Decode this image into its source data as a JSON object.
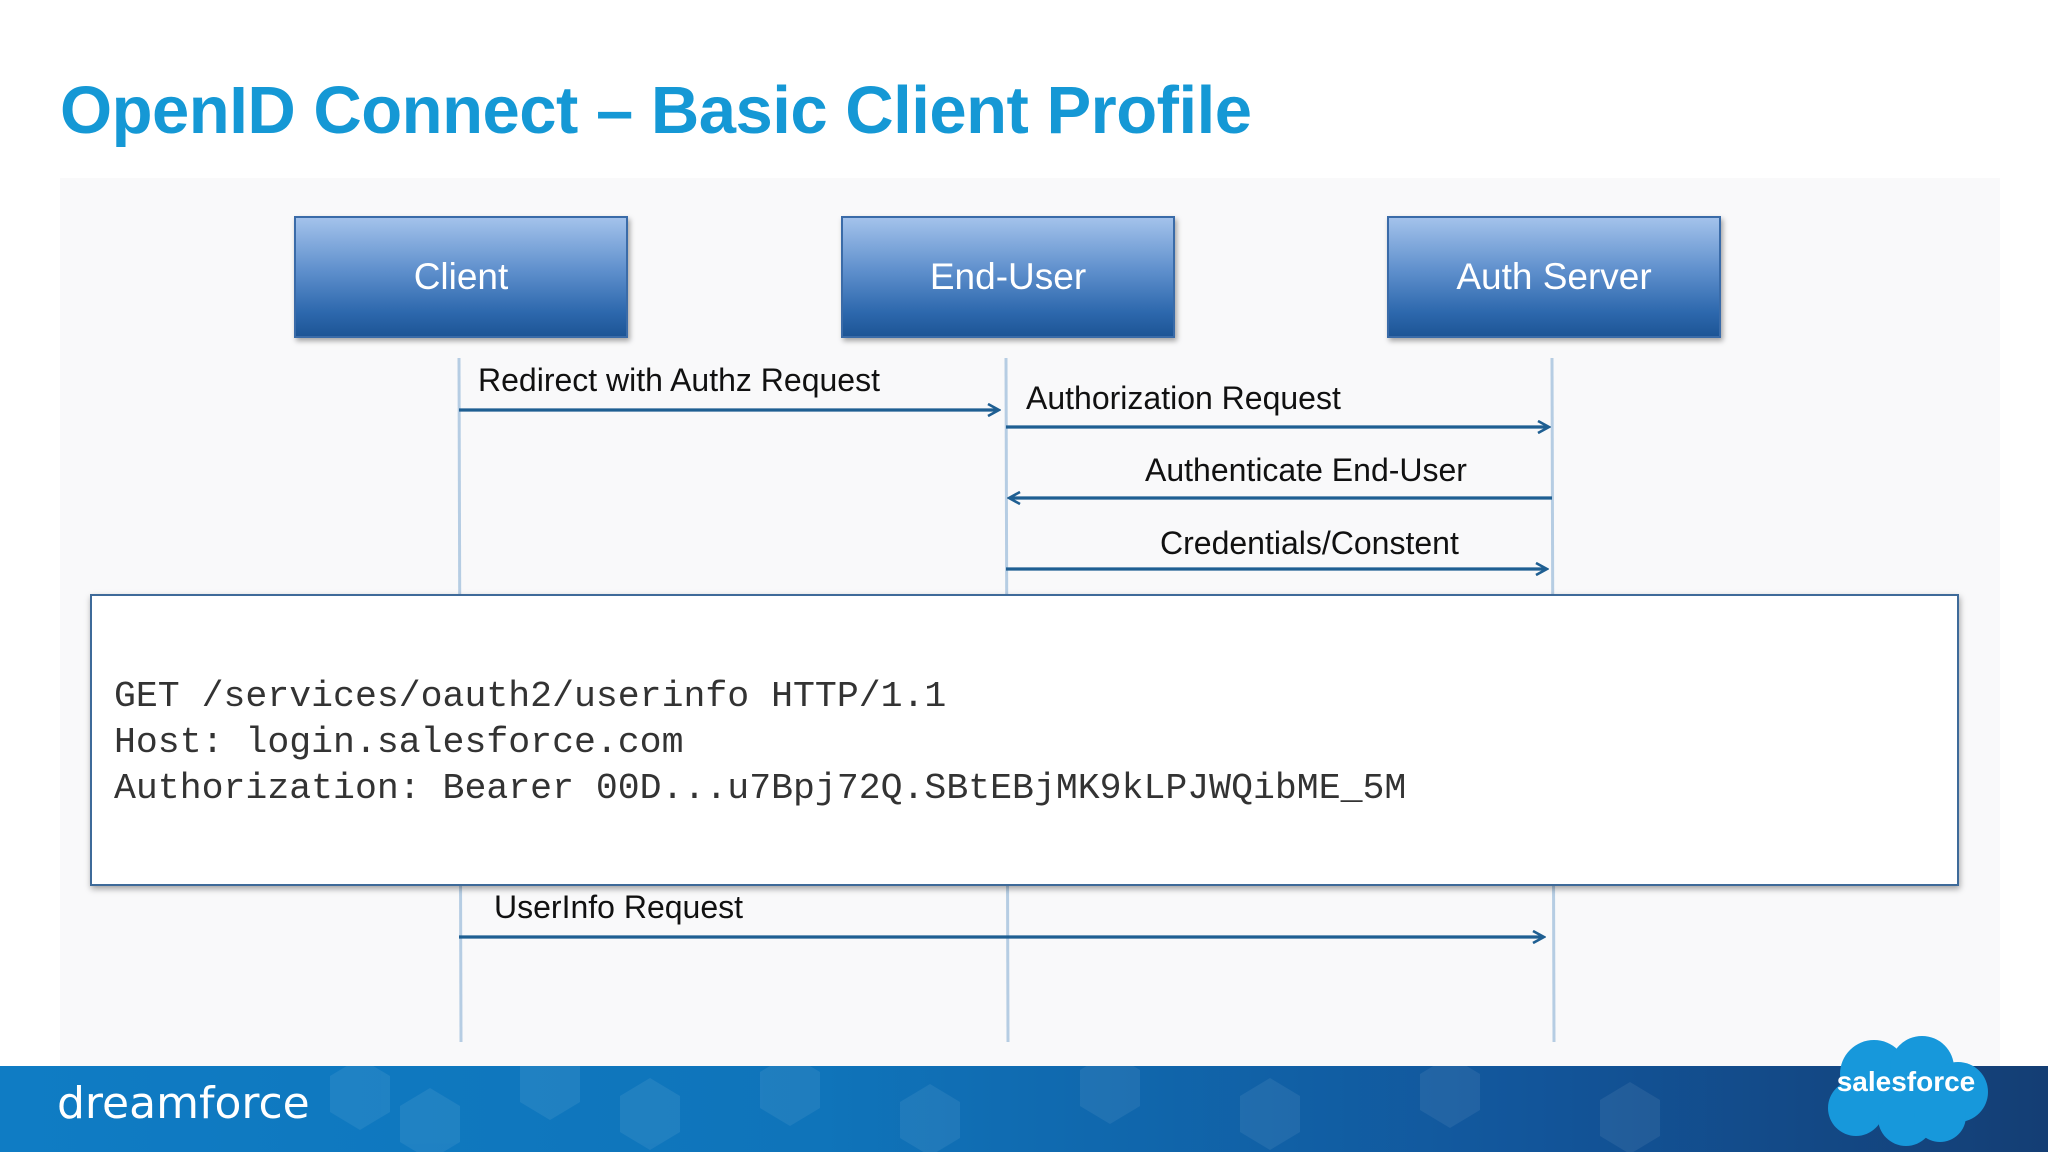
{
  "title": "OpenID Connect – Basic Client Profile",
  "actors": [
    "Client",
    "End-User",
    "Auth Server"
  ],
  "messages": [
    {
      "label": "Redirect with Authz Request",
      "from": "Client",
      "to": "End-User"
    },
    {
      "label": "Authorization Request",
      "from": "End-User",
      "to": "Auth Server"
    },
    {
      "label": "Authenticate End-User",
      "from": "Auth Server",
      "to": "End-User"
    },
    {
      "label": "Credentials/Constent",
      "from": "End-User",
      "to": "Auth Server"
    },
    {
      "label": "UserInfo Request",
      "from": "Client",
      "to": "Auth Server"
    }
  ],
  "code": {
    "lines": [
      "GET /services/oauth2/userinfo HTTP/1.1",
      "Host: login.salesforce.com",
      "Authorization: Bearer 00D...u7Bpj72Q.SBtEBjMK9kLPJWQibME_5M"
    ]
  },
  "footer": {
    "event_logo": "dreamforce",
    "brand_logo": "salesforce"
  },
  "colors": {
    "title": "#1598d5",
    "arrow": "#1f5f92",
    "lifeline": "#b6cde3",
    "footer": "#0f74ba"
  }
}
